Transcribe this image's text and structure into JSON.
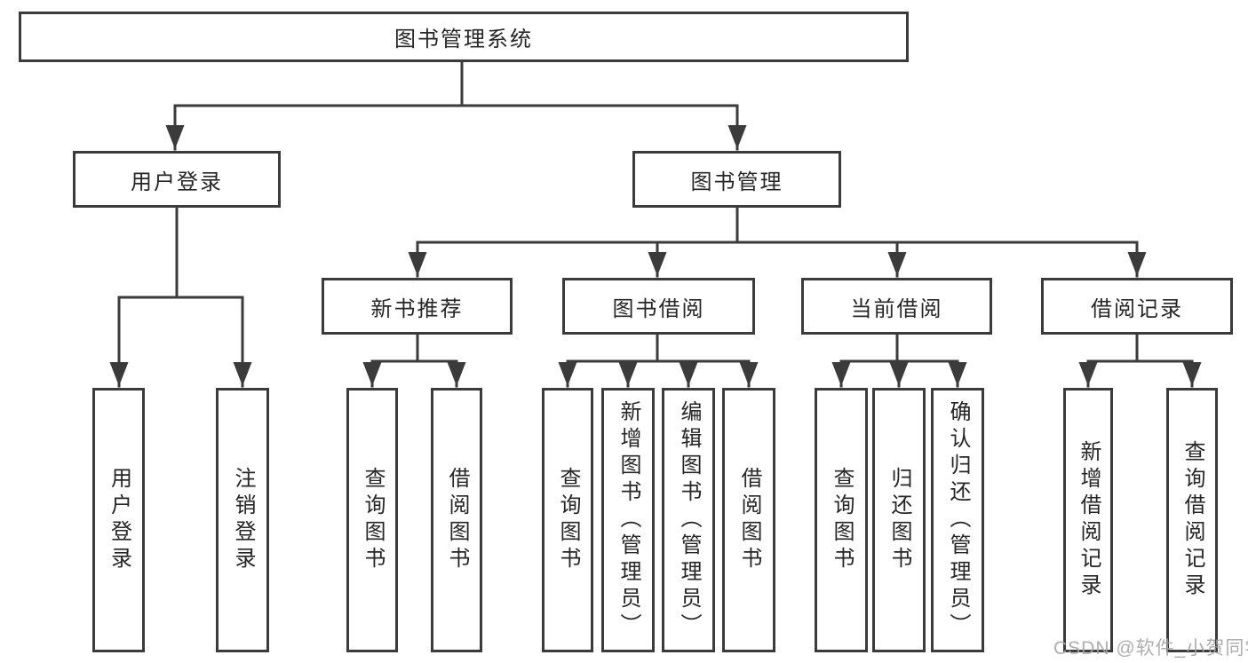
{
  "diagram": {
    "title": "图书管理系统",
    "line_color": "#3b3b3b",
    "text_color": "#262626",
    "branches": [
      {
        "label": "用户登录",
        "children": [
          {
            "label": "用户登录"
          },
          {
            "label": "注销登录"
          }
        ]
      },
      {
        "label": "图书管理",
        "children": [
          {
            "label": "新书推荐",
            "children": [
              {
                "label": "查询图书"
              },
              {
                "label": "借阅图书"
              }
            ]
          },
          {
            "label": "图书借阅",
            "children": [
              {
                "label": "查询图书"
              },
              {
                "label": "新增图书（管理员）"
              },
              {
                "label": "编辑图书（管理员）"
              },
              {
                "label": "借阅图书"
              }
            ]
          },
          {
            "label": "当前借阅",
            "children": [
              {
                "label": "查询图书"
              },
              {
                "label": "归还图书"
              },
              {
                "label": "确认归还（管理员）"
              }
            ]
          },
          {
            "label": "借阅记录",
            "children": [
              {
                "label": "新增借阅记录"
              },
              {
                "label": "查询借阅记录"
              }
            ]
          }
        ]
      }
    ]
  },
  "watermark": {
    "text": "CSDN @软件_小贺同学",
    "color": "#a6a6a6"
  }
}
